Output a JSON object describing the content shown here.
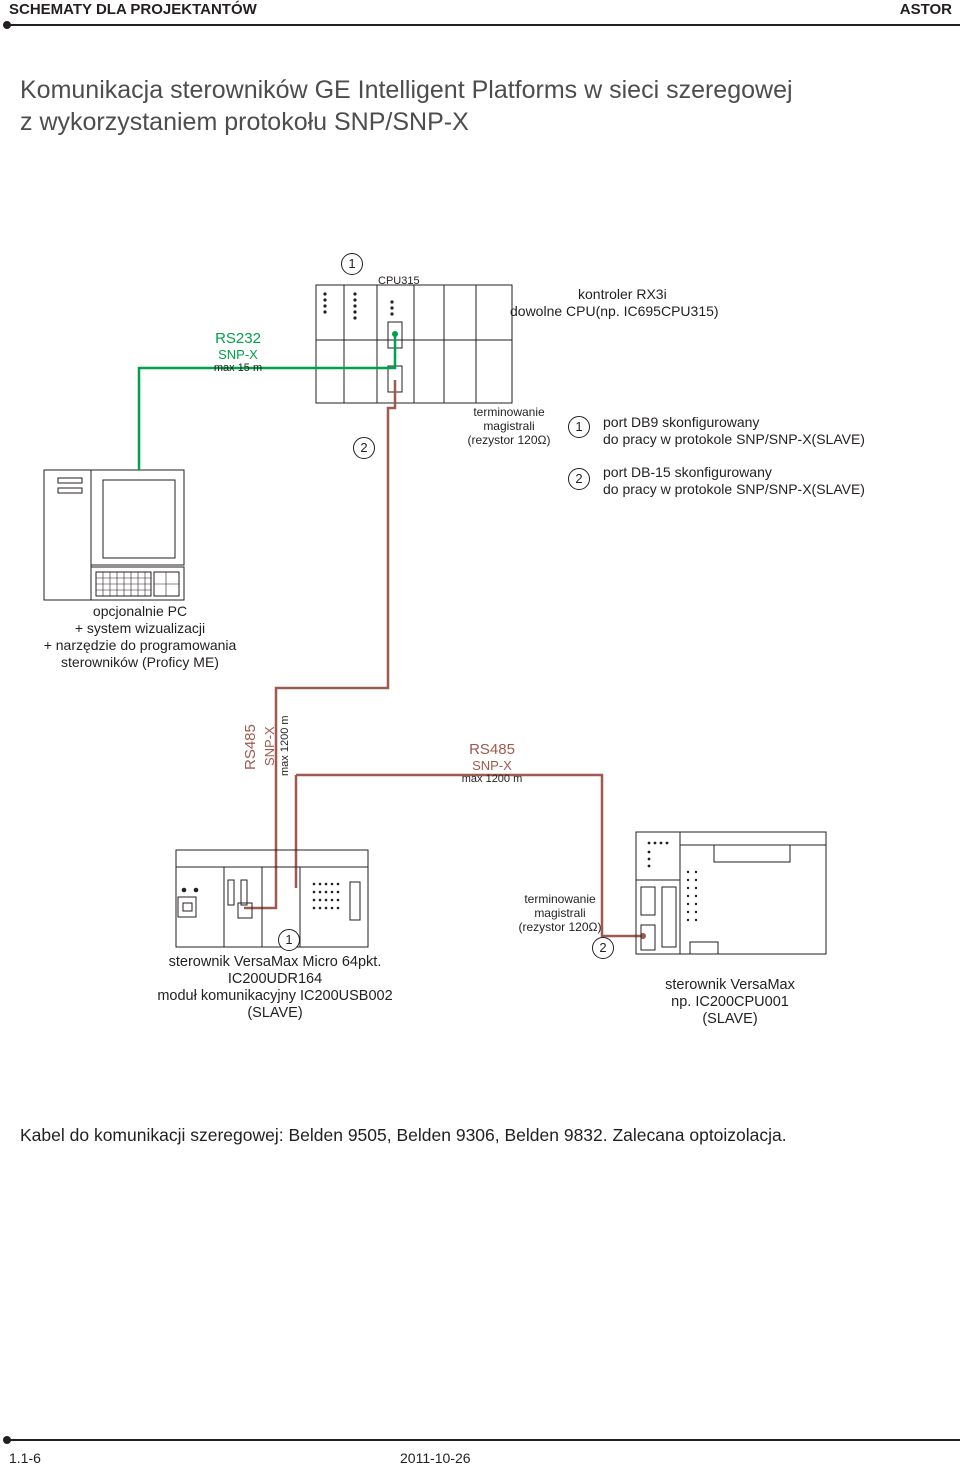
{
  "header": {
    "left": "SCHEMATY DLA PROJEKTANTÓW",
    "right": "ASTOR"
  },
  "title": {
    "line1": "Komunikacja sterowników GE Intelligent Platforms w sieci szeregowej",
    "line2": "z wykorzystaniem protokołu SNP/SNP-X"
  },
  "rx3i": {
    "cpu_label": "CPU315",
    "name_line1": "kontroler RX3i",
    "name_line2": "dowolne CPU(np. IC695CPU315)"
  },
  "rs232": {
    "proto": "RS232",
    "sub": "SNP-X",
    "len": "max 15 m"
  },
  "term_top": {
    "l1": "terminowanie",
    "l2": "magistrali",
    "l3": "(rezystor 120Ω)"
  },
  "legend": {
    "one": {
      "num": "1",
      "l1": "port DB9 skonfigurowany",
      "l2": "do pracy w protokole SNP/SNP-X(SLAVE)"
    },
    "two": {
      "num": "2",
      "l1": "port DB-15 skonfigurowany",
      "l2": "do pracy w protokole SNP/SNP-X(SLAVE)"
    }
  },
  "markers": {
    "rx3i_top": "1",
    "rx3i_bottom": "2",
    "micro": "1",
    "versamax": "2"
  },
  "pc": {
    "l1": "opcjonalnie PC",
    "l2": "+ system wizualizacji",
    "l3": "+ narzędzie do programowania",
    "l4": "sterowników (Proficy ME)"
  },
  "rs485_vert": {
    "proto": "RS485",
    "sub": "SNP-X",
    "len": "max 1200 m"
  },
  "rs485_horiz": {
    "proto": "RS485",
    "sub": "SNP-X",
    "len": "max 1200 m"
  },
  "term_bottom": {
    "l1": "terminowanie",
    "l2": "magistrali",
    "l3": "(rezystor 120Ω)"
  },
  "micro": {
    "l1": "sterownik VersaMax Micro 64pkt.",
    "l2": "IC200UDR164",
    "l3": "moduł komunikacyjny IC200USB002",
    "l4": "(SLAVE)"
  },
  "versamax": {
    "l1": "sterownik VersaMax",
    "l2": "np. IC200CPU001",
    "l3": "(SLAVE)"
  },
  "cable_note": "Kabel do komunikacji szeregowej: Belden 9505, Belden 9306, Belden 9832. Zalecana optoizolacja.",
  "footer": {
    "page": "1.1-6",
    "date": "2011-10-26"
  },
  "colors": {
    "rs232_line": "#00a14b",
    "rs485_line": "#a0594e",
    "text": "#231f20"
  }
}
